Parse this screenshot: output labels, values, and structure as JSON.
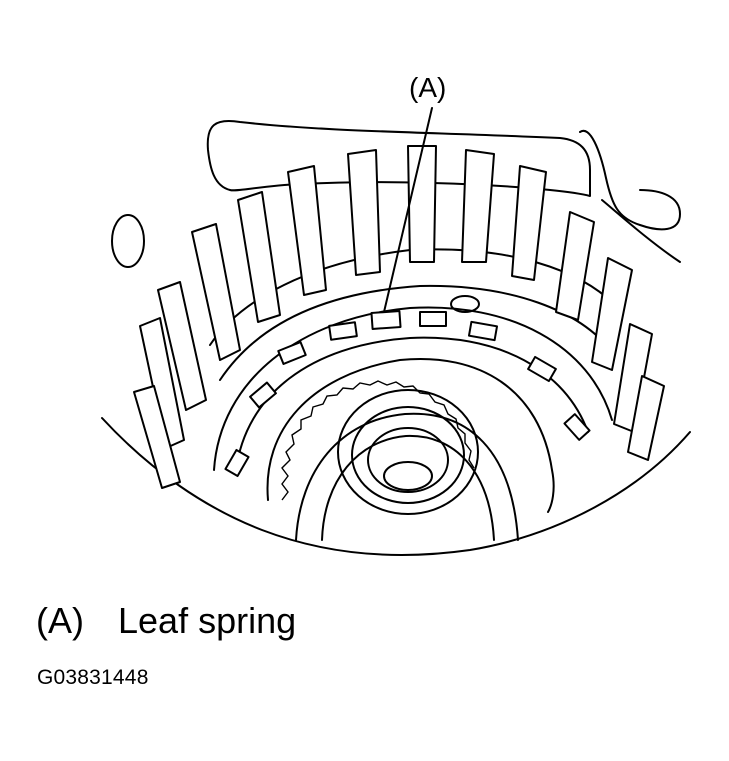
{
  "diagram": {
    "callout": "(A)",
    "legend": {
      "key": "(A)",
      "text": "Leaf spring"
    },
    "figure_code": "G03831448"
  }
}
